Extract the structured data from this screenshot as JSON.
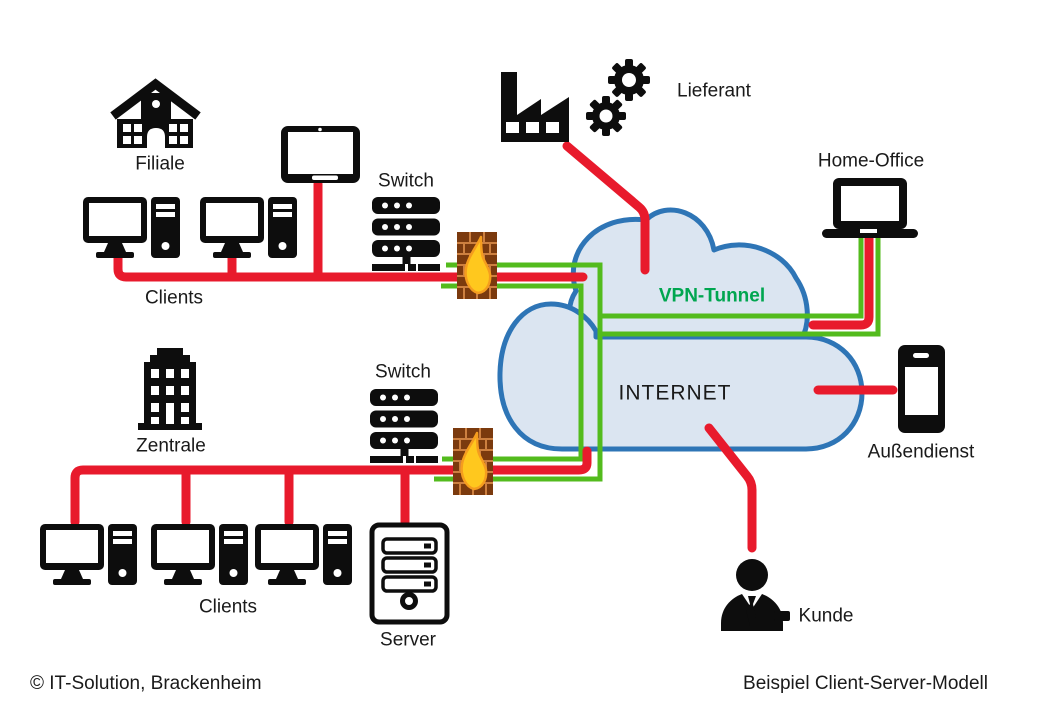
{
  "labels": {
    "filiale": "Filiale",
    "clients_top": "Clients",
    "switch_top": "Switch",
    "lieferant": "Lieferant",
    "home_office": "Home-Office",
    "vpn_tunnel": "VPN-Tunnel",
    "internet": "INTERNET",
    "aussendienst": "Außendienst",
    "zentrale": "Zentrale",
    "switch_bottom": "Switch",
    "clients_bottom": "Clients",
    "server": "Server",
    "kunde": "Kunde"
  },
  "footer": {
    "left": "© IT-Solution, Brackenheim",
    "right": "Beispiel Client-Server-Modell"
  },
  "colors": {
    "red": "#e81a2c",
    "green": "#53bb1d",
    "cloud_fill": "#dbe5f1",
    "cloud_stroke": "#2e75b6",
    "vpn_text": "#00a650",
    "ink": "#0d0d0d",
    "text": "#1a1a1a",
    "brick": "#7b3a0e",
    "grout": "#cd8040",
    "flame": "#ffc81e",
    "flame_stroke": "#f59d1e"
  }
}
